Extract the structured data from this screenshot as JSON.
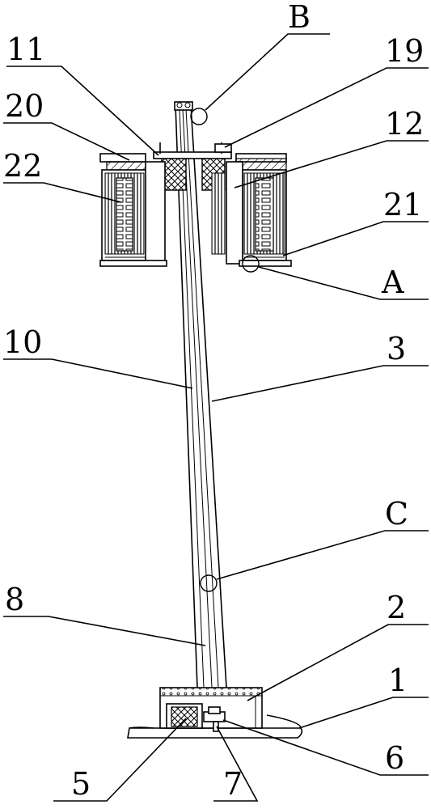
{
  "labels": {
    "B": "B",
    "n11": "11",
    "n19": "19",
    "n20": "20",
    "n12": "12",
    "n22": "22",
    "n21": "21",
    "A": "A",
    "n10": "10",
    "n3": "3",
    "C": "C",
    "n8": "8",
    "n2": "2",
    "n1": "1",
    "n6": "6",
    "n5": "5",
    "n7": "7"
  }
}
